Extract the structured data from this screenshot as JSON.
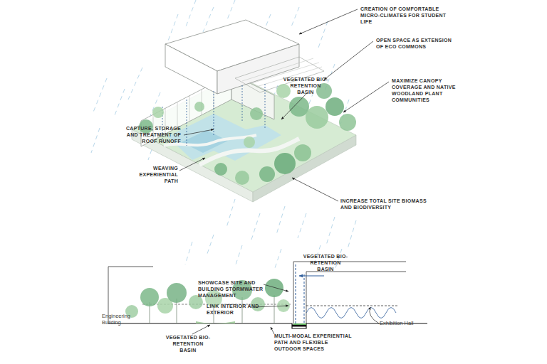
{
  "diagram": {
    "labels": [
      "CREATION OF COMFORTABLE MICRO-CLIMATES FOR STUDENT LIFE",
      "OPEN SPACE AS EXTENSION OF ECO COMMONS",
      "VEGETATED BIO-RETENTION BASIN",
      "MAXIMIZE CANOPY COVERAGE AND NATIVE WOODLAND PLANT COMMUNITIES",
      "CAPTURE, STORAGE AND TREATMENT OF ROOF RUNOFF",
      "WEAVING EXPERIENTIAL PATH",
      "INCREASE TOTAL SITE BIOMASS AND BIODIVERSITY",
      "VEGETATED BIO-RETENTION BASIN",
      "SHOWCASE SITE AND BUILDING STORMWATER MANAGEMENT",
      "LINK INTERIOR AND EXTERIOR",
      "Engineering Building",
      "Exhibition Hall",
      "VEGETATED BIO-RETENTION BASIN",
      "MULTI-MODAL EXPERIENTIAL PATH AND FLEXIBLE OUTDOOR SPACES"
    ]
  }
}
